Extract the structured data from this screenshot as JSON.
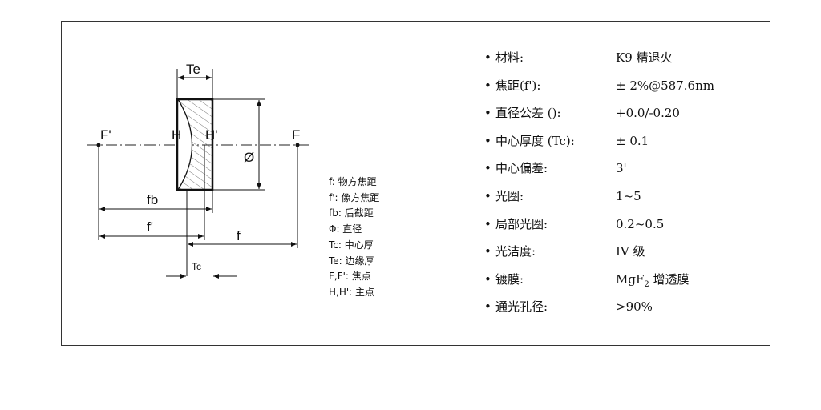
{
  "diagram": {
    "labels": {
      "Te": "Te",
      "F_prime": "F'",
      "H": "H",
      "H_prime": "H'",
      "F": "F",
      "diameter": "Ø",
      "fb": "fb",
      "f_prime": "f'",
      "f": "f",
      "Tc": "Tc"
    }
  },
  "legend": [
    "f: 物方焦距",
    "f': 像方焦距",
    "fb: 后截距",
    "Φ: 直径",
    "Tc: 中心厚",
    "Te: 边缘厚",
    "F,F': 焦点",
    "H,H': 主点"
  ],
  "bullet": "•",
  "specs": [
    {
      "label": "材料:",
      "value": "K9 精退火"
    },
    {
      "label": "焦距(f'):",
      "value": "± 2%@587.6nm"
    },
    {
      "label": "直径公差 ():",
      "value": "+0.0/-0.20"
    },
    {
      "label": "中心厚度 (Tc):",
      "value": "± 0.1"
    },
    {
      "label": "中心偏差:",
      "value": "3'"
    },
    {
      "label": "光圈:",
      "value": "1~5"
    },
    {
      "label": "局部光圈:",
      "value": "0.2~0.5"
    },
    {
      "label": "光洁度:",
      "value": "IV 级"
    },
    {
      "label": "镀膜:",
      "value_main": "MgF",
      "value_sub": "2",
      "value_tail": " 增透膜"
    },
    {
      "label": "通光孔径:",
      "value": ">90%"
    }
  ]
}
